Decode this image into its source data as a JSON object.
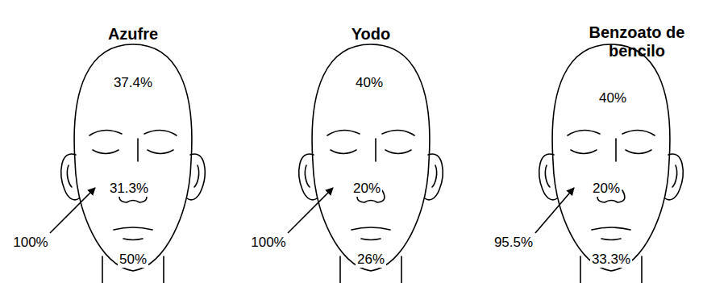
{
  "diagram": {
    "labels": [
      "Azufre",
      "37.4%",
      "31.3%",
      "100%",
      "50%",
      "Yodo",
      "40%",
      "20%",
      "100%",
      "26%",
      "Benzoato de bencilo",
      "40%",
      "20%",
      "95.5%",
      "33.3%"
    ]
  }
}
